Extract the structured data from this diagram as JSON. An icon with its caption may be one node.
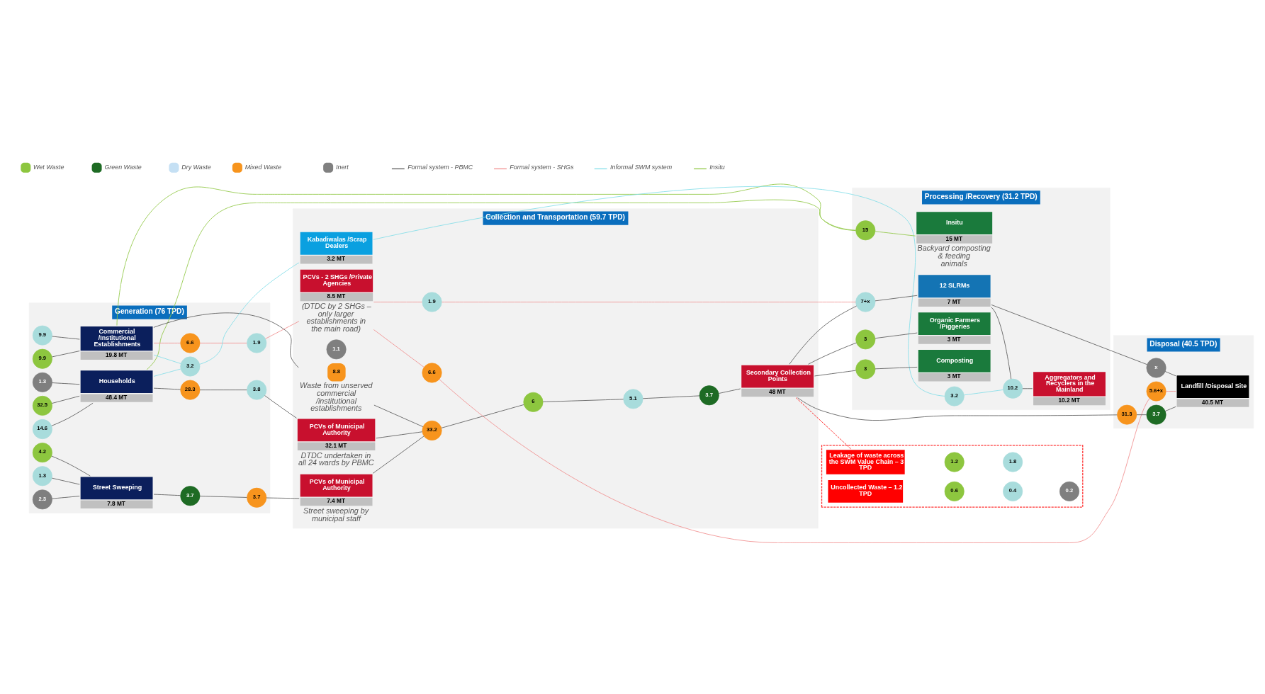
{
  "diagram": {
    "nodes": [
      {
        "text": [
          "Generation (76 TPD)"
        ]
      },
      {
        "text": [
          "32.5"
        ],
        "in": 0
      },
      {
        "text": [
          "14.6"
        ],
        "in": 0
      },
      {
        "text": [
          "1.3"
        ],
        "in": 0
      },
      {
        "text": [
          "Households",
          "48.4 MT"
        ],
        "in": 0
      },
      {
        "text": [
          "9.9"
        ],
        "in": 0
      },
      {
        "text": [
          "9.9"
        ],
        "in": 0
      },
      {
        "text": [
          "Commercial /Institutional Establishments",
          "19.8 MT"
        ],
        "in": 0
      },
      {
        "text": [
          "4.2"
        ],
        "in": 0
      },
      {
        "text": [
          "1.3"
        ],
        "in": 0
      },
      {
        "text": [
          "2.3"
        ],
        "in": 0
      },
      {
        "text": [
          "Street Sweeping",
          "7.8 MT"
        ],
        "in": 0
      },
      {
        "text": [
          "28.3"
        ],
        "in": 0
      },
      {
        "text": [
          "3.8"
        ],
        "in": 0
      },
      {
        "text": [
          "6.6"
        ],
        "in": 0
      },
      {
        "text": [
          "1.9"
        ],
        "in": 0
      },
      {
        "text": [
          "3.7"
        ],
        "in": 0
      },
      {
        "text": [
          "3.7"
        ],
        "in": 0
      },
      {
        "text": [
          "3.2"
        ],
        "in": 0
      },
      {
        "text": [
          "Collection and Transportation (59.7 TPD)"
        ]
      },
      {
        "text": [
          "PCVs of Municipal Authority",
          "32.1 MT"
        ],
        "in": 19,
        "beside": [
          "DTDC undertaken in all 24 wards by PBMC"
        ]
      },
      {
        "text": [
          "8.8"
        ],
        "in": 19,
        "beside": [
          "Waste from unserved commercial /institutional establishments"
        ]
      },
      {
        "text": [
          "1.1"
        ],
        "in": 19
      },
      {
        "text": [
          "PCVs - 2 SHGs /Private Agencies",
          "8.5 MT"
        ],
        "in": 19,
        "beside": [
          "(DTDC by 2 SHGs – only larger establishments in the main road)"
        ]
      },
      {
        "text": [
          "PCVs of Municipal Authority",
          "7.4 MT"
        ],
        "in": 19,
        "beside": [
          "Street sweeping by municipal staff"
        ]
      },
      {
        "text": [
          "Kabadiwalas /Scrap Dealers",
          "3.2 MT"
        ],
        "in": 19
      },
      {
        "text": [
          "33.2"
        ],
        "in": 19
      },
      {
        "text": [
          "6"
        ],
        "in": 19
      },
      {
        "text": [
          "5.1"
        ],
        "in": 19
      },
      {
        "text": [
          "3.7"
        ],
        "in": 19
      },
      {
        "text": [
          "Secondary Collection Points",
          "48 MT"
        ],
        "in": 19
      },
      {
        "text": [
          "6.6"
        ],
        "in": 19
      },
      {
        "text": [
          "1.9"
        ],
        "in": 19
      },
      {
        "text": [
          "Processing /Recovery (31.2 TPD)"
        ]
      },
      {
        "text": [
          "15"
        ],
        "in": 33
      },
      {
        "text": [
          "Insitu",
          "15 MT"
        ],
        "in": 33,
        "beside": [
          "Backyard composting & feeding animals"
        ]
      },
      {
        "text": [
          "3"
        ],
        "in": 33
      },
      {
        "text": [
          "Composting",
          "3 MT"
        ],
        "in": 33
      },
      {
        "text": [
          "3"
        ],
        "in": 33
      },
      {
        "text": [
          "Organic Farmers /Piggeries",
          "3 MT"
        ],
        "in": 33
      },
      {
        "text": [
          "7+x"
        ],
        "in": 33
      },
      {
        "text": [
          "12 SLRMs",
          "7 MT"
        ],
        "in": 33
      },
      {
        "text": [
          "10.2"
        ],
        "in": 33
      },
      {
        "text": [
          "Aggregators and Recyclers in the Mainland",
          "10.2 MT"
        ],
        "in": 33
      },
      {
        "text": [
          "3.2"
        ],
        "in": 33
      },
      {
        "text": [
          "Disposal (40.5 TPD)"
        ]
      },
      {
        "text": [
          "31.3"
        ],
        "in": 45
      },
      {
        "text": [
          "3.7"
        ],
        "in": 45
      },
      {
        "text": [
          "5.6+x"
        ],
        "in": 45
      },
      {
        "text": [
          "x"
        ],
        "in": 45
      },
      {
        "text": [
          "Landfill /Disposal Site",
          "40.5 MT"
        ],
        "in": 45
      },
      {
        "text": [],
        "shape": "box"
      },
      {
        "text": [
          "Uncollected Waste – 1.2 TPD"
        ],
        "in": 51
      },
      {
        "text": [
          "0.6"
        ],
        "in": 51
      },
      {
        "text": [
          "0.4"
        ],
        "in": 51
      },
      {
        "text": [
          "0.2"
        ],
        "in": 51
      },
      {
        "text": [
          "Leakage of waste across the SWM Value Chain – 3 TPD"
        ],
        "in": 51
      },
      {
        "text": [
          "1.2"
        ],
        "in": 51
      },
      {
        "text": [
          "1.8"
        ],
        "in": 51
      }
    ],
    "edges": [
      {
        "from": 1,
        "to": 4,
        "arrow": "none"
      },
      {
        "from": 2,
        "to": 4,
        "arrow": "none"
      },
      {
        "from": 3,
        "to": 4,
        "arrow": "none"
      },
      {
        "from": 5,
        "to": 7,
        "arrow": "none"
      },
      {
        "from": 6,
        "to": 7,
        "arrow": "none"
      },
      {
        "from": 8,
        "to": 11,
        "arrow": "none"
      },
      {
        "from": 9,
        "to": 11,
        "arrow": "none"
      },
      {
        "from": 10,
        "to": 11,
        "arrow": "none"
      },
      {
        "from": 4,
        "to": 34,
        "arrow": "none",
        "color": "#8dc63f"
      },
      {
        "from": 7,
        "to": 34,
        "arrow": "none",
        "color": "#8dc63f"
      },
      {
        "from": 34,
        "to": 35,
        "arrow": "none",
        "color": "#8dc63f"
      },
      {
        "from": 4,
        "to": 12,
        "arrow": "none"
      },
      {
        "from": 12,
        "to": 13,
        "arrow": "none"
      },
      {
        "from": 13,
        "to": 20,
        "arrow": "none"
      },
      {
        "from": 4,
        "to": 18,
        "arrow": "none",
        "color": "#7fdde8"
      },
      {
        "from": 7,
        "to": 18,
        "arrow": "none",
        "color": "#7fdde8"
      },
      {
        "from": 18,
        "to": 25,
        "arrow": "none",
        "color": "#7fdde8"
      },
      {
        "from": 25,
        "to": 44,
        "arrow": "none",
        "color": "#7fdde8"
      },
      {
        "from": 44,
        "to": 42,
        "arrow": "none",
        "color": "#7fdde8"
      },
      {
        "from": 7,
        "to": 21,
        "arrow": "none"
      },
      {
        "from": 21,
        "to": 26,
        "arrow": "none"
      },
      {
        "from": 20,
        "to": 26,
        "arrow": "none"
      },
      {
        "from": 24,
        "to": 26,
        "arrow": "none"
      },
      {
        "from": 26,
        "to": 27,
        "arrow": "none"
      },
      {
        "from": 27,
        "to": 28,
        "arrow": "none"
      },
      {
        "from": 28,
        "to": 29,
        "arrow": "none"
      },
      {
        "from": 29,
        "to": 30,
        "arrow": "none"
      },
      {
        "from": 7,
        "to": 14,
        "arrow": "none",
        "color": "#f08a8a"
      },
      {
        "from": 14,
        "to": 15,
        "arrow": "none",
        "color": "#f08a8a"
      },
      {
        "from": 15,
        "to": 23,
        "arrow": "none",
        "color": "#f08a8a"
      },
      {
        "from": 23,
        "to": 31,
        "arrow": "none",
        "color": "#f08a8a"
      },
      {
        "from": 31,
        "to": 48,
        "arrow": "none",
        "color": "#f08a8a"
      },
      {
        "from": 48,
        "to": 50,
        "arrow": "none",
        "color": "#f08a8a"
      },
      {
        "from": 23,
        "to": 32,
        "arrow": "none",
        "color": "#f08a8a"
      },
      {
        "from": 32,
        "to": 40,
        "arrow": "none",
        "color": "#f08a8a"
      },
      {
        "from": 11,
        "to": 16,
        "arrow": "none"
      },
      {
        "from": 16,
        "to": 17,
        "arrow": "none"
      },
      {
        "from": 17,
        "to": 24,
        "arrow": "none"
      },
      {
        "from": 30,
        "to": 46,
        "arrow": "none"
      },
      {
        "from": 46,
        "to": 47,
        "arrow": "none"
      },
      {
        "from": 47,
        "to": 50,
        "arrow": "none"
      },
      {
        "from": 30,
        "to": 36,
        "arrow": "none"
      },
      {
        "from": 36,
        "to": 37,
        "arrow": "none"
      },
      {
        "from": 30,
        "to": 38,
        "arrow": "none"
      },
      {
        "from": 38,
        "to": 39,
        "arrow": "none"
      },
      {
        "from": 30,
        "to": 40,
        "arrow": "none"
      },
      {
        "from": 40,
        "to": 41,
        "arrow": "none"
      },
      {
        "from": 41,
        "to": 49,
        "arrow": "none"
      },
      {
        "from": 49,
        "to": 50,
        "arrow": "none"
      },
      {
        "from": 41,
        "to": 42,
        "arrow": "none"
      },
      {
        "from": 42,
        "to": 43,
        "arrow": "none"
      },
      {
        "from": 30,
        "to": 56,
        "arrow": "none",
        "style": "dashed",
        "color": "#ff0000"
      }
    ],
    "legend": [
      {
        "text": "Wet Waste",
        "color": "#8dc63f"
      },
      {
        "text": "Green Waste",
        "color": "#1e6b24"
      },
      {
        "text": "Dry Waste",
        "color": "#c5e0f4"
      },
      {
        "text": "Mixed Waste",
        "color": "#f7941d"
      },
      {
        "text": "Inert",
        "color": "#808080"
      },
      {
        "text": "Formal system - PBMC"
      },
      {
        "text": "Formal system - SHGs"
      },
      {
        "text": "Informal SWM system"
      },
      {
        "text": "Insitu"
      }
    ]
  }
}
